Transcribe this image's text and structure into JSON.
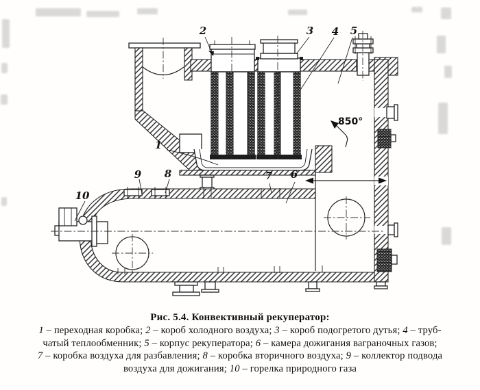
{
  "figure": {
    "annotations": {
      "temperature": "850°"
    },
    "callouts": [
      {
        "num": "1"
      },
      {
        "num": "2"
      },
      {
        "num": "3"
      },
      {
        "num": "4"
      },
      {
        "num": "5"
      },
      {
        "num": "6"
      },
      {
        "num": "7"
      },
      {
        "num": "8"
      },
      {
        "num": "9"
      },
      {
        "num": "10"
      }
    ],
    "caption": {
      "title": "Рис. 5.4. Конвективный рекуператор:",
      "lines": [
        [
          {
            "t": "1",
            "i": true
          },
          {
            "t": " – переходная коробка; "
          },
          {
            "t": "2",
            "i": true
          },
          {
            "t": " – короб холодного воздуха; "
          },
          {
            "t": "3",
            "i": true
          },
          {
            "t": " – короб подогретого дутья; "
          },
          {
            "t": "4",
            "i": true
          },
          {
            "t": " – труб-"
          }
        ],
        [
          {
            "t": "чатый теплообменник; "
          },
          {
            "t": "5",
            "i": true
          },
          {
            "t": " – корпус рекуператора; "
          },
          {
            "t": "6",
            "i": true
          },
          {
            "t": " – камера дожигания ваграночных газов;"
          }
        ],
        [
          {
            "t": "7",
            "i": true
          },
          {
            "t": " – коробка воздуха для разбавления; "
          },
          {
            "t": "8",
            "i": true
          },
          {
            "t": " – коробка вторичного воздуха; "
          },
          {
            "t": "9",
            "i": true
          },
          {
            "t": " – коллектор подвода"
          }
        ],
        [
          {
            "t": "воздуха для дожигания; "
          },
          {
            "t": "10",
            "i": true
          },
          {
            "t": " – горелка природного газа"
          }
        ]
      ]
    }
  }
}
